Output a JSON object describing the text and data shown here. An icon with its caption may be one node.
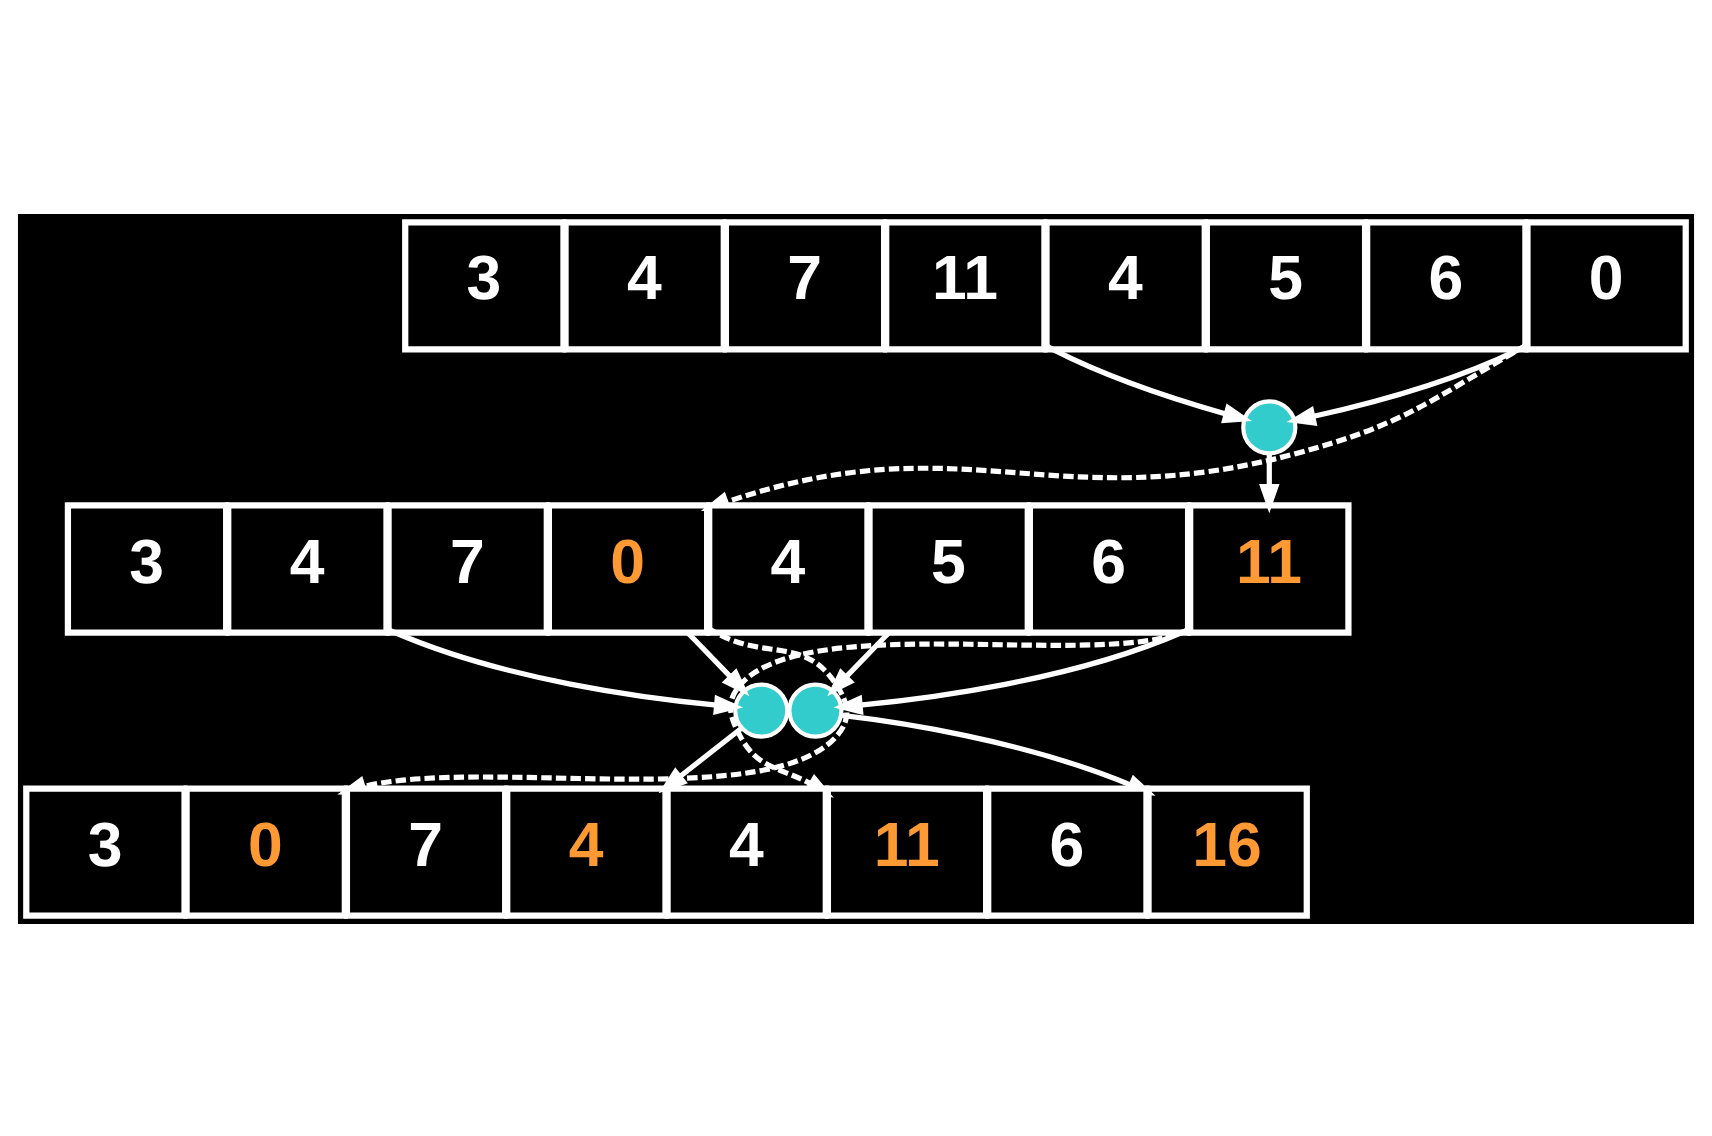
{
  "diagram": {
    "nodes": [
      {
        "text": [
          "3"
        ]
      },
      {
        "text": [
          "4"
        ]
      },
      {
        "text": [
          "7"
        ]
      },
      {
        "text": [
          "11"
        ]
      },
      {
        "text": [
          "4"
        ]
      },
      {
        "text": [
          "5"
        ]
      },
      {
        "text": [
          "6"
        ]
      },
      {
        "text": [
          "0"
        ]
      },
      {
        "text": [],
        "shape": "circle"
      },
      {
        "text": [
          "3"
        ]
      },
      {
        "text": [
          "4"
        ]
      },
      {
        "text": [
          "7"
        ]
      },
      {
        "text": [
          "0"
        ]
      },
      {
        "text": [
          "4"
        ]
      },
      {
        "text": [
          "5"
        ]
      },
      {
        "text": [
          "6"
        ]
      },
      {
        "text": [
          "11"
        ]
      },
      {
        "text": [],
        "shape": "circle"
      },
      {
        "text": [],
        "shape": "circle"
      },
      {
        "text": [
          "3"
        ]
      },
      {
        "text": [
          "0"
        ]
      },
      {
        "text": [
          "7"
        ]
      },
      {
        "text": [
          "4"
        ]
      },
      {
        "text": [
          "4"
        ]
      },
      {
        "text": [
          "11"
        ]
      },
      {
        "text": [
          "6"
        ]
      },
      {
        "text": [
          "16"
        ]
      }
    ],
    "edges": [
      {
        "from": 3,
        "to": 8,
        "arrow": "to"
      },
      {
        "from": 7,
        "to": 8,
        "arrow": "to"
      },
      {
        "from": 7,
        "to": 12,
        "arrow": "to",
        "style": "dashed"
      },
      {
        "from": 8,
        "to": 16,
        "arrow": "to"
      },
      {
        "from": 10,
        "to": 17,
        "arrow": "to"
      },
      {
        "from": 12,
        "to": 17,
        "arrow": "to"
      },
      {
        "from": 12,
        "to": 20,
        "arrow": "to",
        "style": "dashed"
      },
      {
        "from": 17,
        "to": 22,
        "arrow": "to"
      },
      {
        "from": 14,
        "to": 18,
        "arrow": "to"
      },
      {
        "from": 16,
        "to": 18,
        "arrow": "to"
      },
      {
        "from": 16,
        "to": 24,
        "arrow": "to",
        "style": "dashed"
      },
      {
        "from": 18,
        "to": 26,
        "arrow": "to"
      }
    ]
  }
}
